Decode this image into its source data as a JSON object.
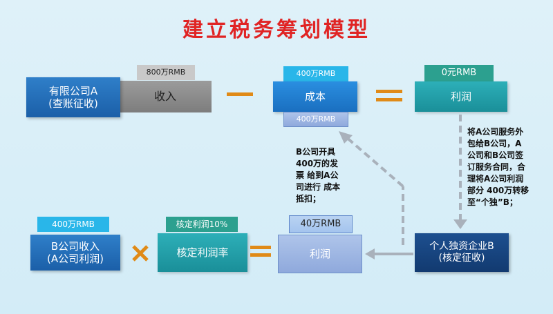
{
  "title": "建立税务筹划模型",
  "row1": {
    "company_a": "有限公司A\n(查账征收)",
    "revenue_amount": "800万RMB",
    "revenue_label": "收入",
    "cost_amount_top": "400万RMB",
    "cost_label": "成本",
    "cost_amount_bottom": "400万RMB",
    "profit_amount": "0元RMB",
    "profit_label": "利润"
  },
  "row2": {
    "b_income_amount": "400万RMB",
    "b_income_label": "B公司收入\n(A公司利润)",
    "rate_amount": "核定利润10%",
    "rate_label": "核定利润率",
    "profit_amount": "40万RMB",
    "profit_label": "利润",
    "enterprise_b": "个人独资企业B\n(核定征收)"
  },
  "notes": {
    "left": "B公司开具\n400万的发\n票 给到A公\n司进行 成本\n抵扣；",
    "right": "将A公司服务外\n包给B公司，A\n公司和B公司签\n订服务合同，合\n理将A公司利润\n部分 400万转移\n至“个独”B；"
  },
  "colors": {
    "title": "#e02424",
    "operator": "#e08a17"
  }
}
